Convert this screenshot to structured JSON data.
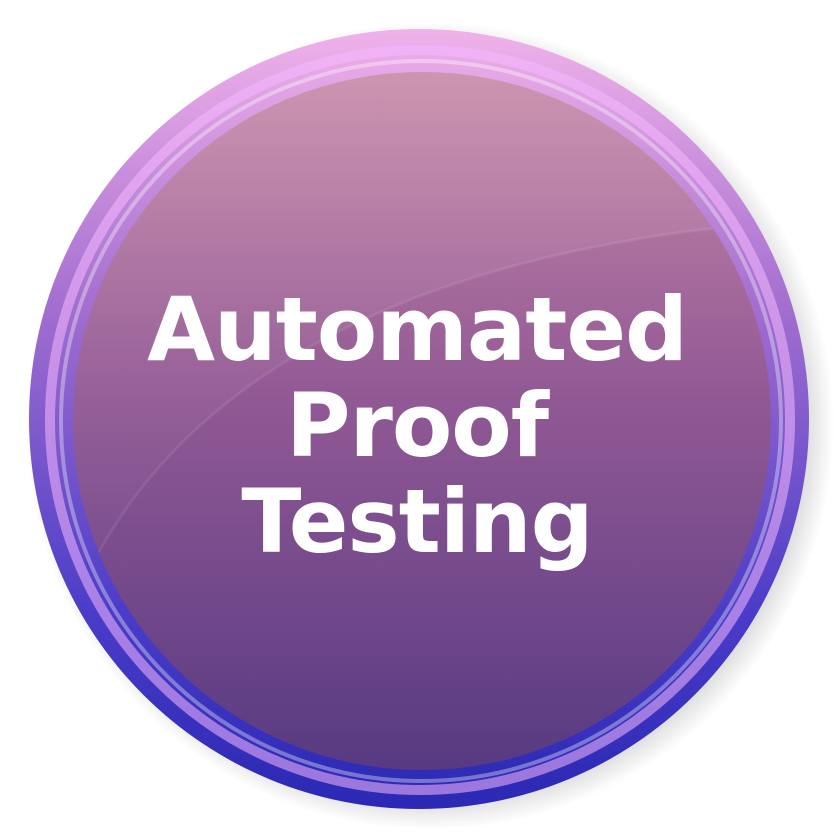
{
  "badge": {
    "lines": [
      "Automated",
      "Proof",
      "Testing"
    ],
    "text_color": "#ffffff",
    "face_top_color": "#c888a8",
    "face_bottom_color": "#5a3a80",
    "rim_glow_color": "#f6b8ff",
    "rim_dark_color": "#2c2ab8"
  }
}
